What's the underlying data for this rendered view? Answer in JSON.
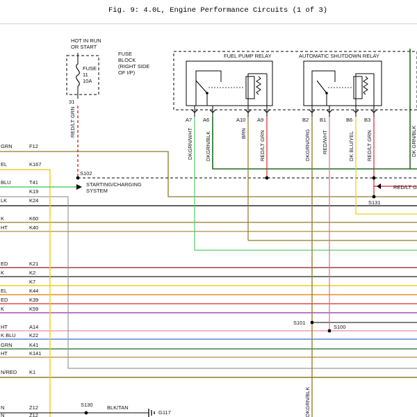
{
  "title": "Fig. 9: 4.0L, Engine Performance Circuits (1 of 3)",
  "fuse": {
    "hot_label_1": "HOT IN RUN",
    "hot_label_2": "OR START",
    "block_1": "FUSE",
    "block_2": "BLOCK",
    "block_3": "(RIGHT SIDE",
    "block_4": "OF I/P)",
    "name_1": "FUSE",
    "name_2": "11",
    "name_3": "10A",
    "cavity": "31",
    "wire": "RED/LT GRN"
  },
  "relays": {
    "fuel_pump": "FUEL PUMP RELAY",
    "asd": "AUTOMATIC SHUTDOWN RELAY"
  },
  "pins": [
    "A7",
    "A6",
    "A10",
    "A9",
    "B2",
    "B1",
    "B6",
    "B3"
  ],
  "pin_wires": [
    "DKGRN/WHT",
    "DKGRN/BLK",
    "BRN",
    "RED/LT GRN",
    "DKGRN/ORG",
    "RED/WHT",
    "DK BLU/YEL",
    "RED/LT GRN",
    "DK GRN/BLK"
  ],
  "splices": {
    "s102": "S102",
    "s102_desc_1": "STARTING/CHARGING",
    "s102_desc_2": "SYSTEM",
    "s131": "S131",
    "s131_wire": "RED/LT G",
    "s101": "S101",
    "s100": "S100",
    "s130": "S130",
    "s130_wire": "BLK/TAN",
    "g117": "G117",
    "bottom_wire": "DKGRN/BLK"
  },
  "left_rows": [
    {
      "wire": "GRN",
      "pin": "F12"
    },
    {
      "wire": "EL",
      "pin": "K167"
    },
    {
      "wire": "BLU",
      "pin": "T41"
    },
    {
      "wire": "",
      "pin": "K19"
    },
    {
      "wire": "LK",
      "pin": "K24"
    },
    {
      "wire": "K",
      "pin": "K60"
    },
    {
      "wire": "HT",
      "pin": "K40"
    },
    {
      "wire": "ED",
      "pin": "K21"
    },
    {
      "wire": "K",
      "pin": "K2"
    },
    {
      "wire": "",
      "pin": "K7"
    },
    {
      "wire": "EL",
      "pin": "K44"
    },
    {
      "wire": "ED",
      "pin": "K39"
    },
    {
      "wire": "K",
      "pin": "K59"
    },
    {
      "wire": "HT",
      "pin": "A14"
    },
    {
      "wire": "K BLU",
      "pin": "K22"
    },
    {
      "wire": "GRN",
      "pin": "K41"
    },
    {
      "wire": "HT",
      "pin": "K141"
    },
    {
      "wire": "N/RED",
      "pin": "K1"
    },
    {
      "wire": "N",
      "pin": "Z12"
    },
    {
      "wire": "N",
      "pin": "Z12"
    }
  ],
  "colors": {
    "black": "#000000",
    "dkgrn": "#1e6b1e",
    "ltgrn": "#4ccf6a",
    "red": "#d7242a",
    "tan": "#b08a3e",
    "olive": "#8a7a2a",
    "gray": "#9a9a9a",
    "violet": "#8a2aa8",
    "yellow": "#e6d21f",
    "orange": "#f08a1c",
    "dkred": "#8a1a1a",
    "pink": "#e07080",
    "blue": "#3a6ad8",
    "ltgray": "#c8c8c8"
  }
}
